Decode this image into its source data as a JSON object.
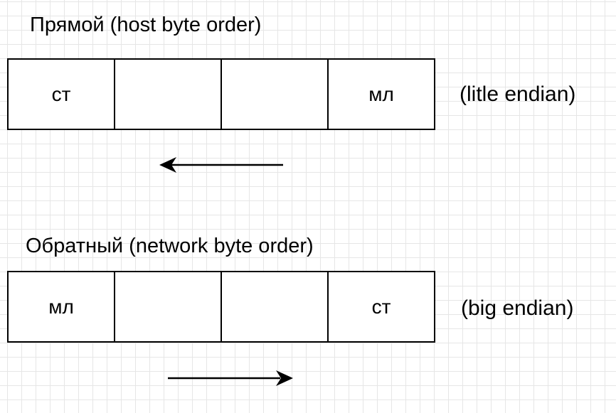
{
  "diagram": {
    "sections": [
      {
        "title": "Прямой (host byte order)",
        "cells": [
          "ст",
          "",
          "",
          "мл"
        ],
        "endian_label": "(litle endian)",
        "arrow_direction": "left"
      },
      {
        "title": "Обратный (network byte order)",
        "cells": [
          "мл",
          "",
          "",
          "ст"
        ],
        "endian_label": "(big endian)",
        "arrow_direction": "right"
      }
    ]
  }
}
